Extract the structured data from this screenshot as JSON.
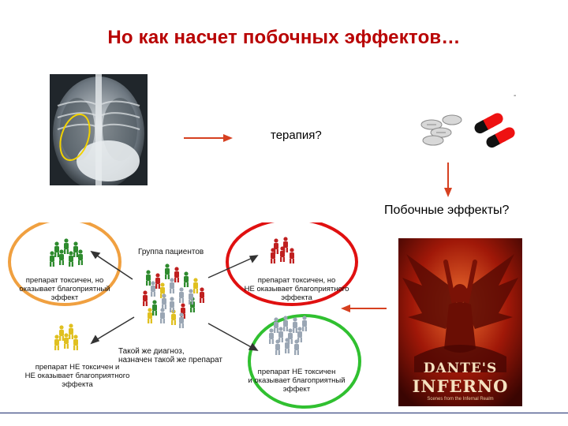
{
  "title": "Но как насчет побочных эффектов…",
  "therapy_question": "терапия?",
  "side_effects_question": "Побочные эффекты?",
  "corner_mark": "-",
  "diagram": {
    "group_label": "Группа пациентов",
    "same_diagnosis_line1": "Такой же диагноз,",
    "same_diagnosis_line2": "назначен такой же препарат",
    "tl_line1": "препарат токсичен, но",
    "tl_line2": "оказывает благоприятный",
    "tl_line3": "эффект",
    "tr_line1": "препарат токсичен, но",
    "tr_line2": "НЕ оказывает благоприятного",
    "tr_line3": "эффекта",
    "bl_line1": "препарат НЕ токсичен и",
    "bl_line2": "НЕ оказывает благоприятного",
    "bl_line3": "эффекта",
    "br_line1": "препарат НЕ токсичен",
    "br_line2": "и оказывает благоприятный",
    "br_line3": "эффект"
  },
  "poster": {
    "title_line1": "DANTE'S",
    "title_line2": "INFERNO",
    "subtitle": "Scenes from the Infernal Realm"
  },
  "colors": {
    "title": "#b80000",
    "arrow": "#d64020",
    "ellipse_orange": "#f0a040",
    "ellipse_red": "#e01010",
    "ellipse_green": "#30c030",
    "people_green": "#2e8b2e",
    "people_red": "#c02020",
    "people_yellow": "#e0c020",
    "people_silver": "#9aa6b4"
  }
}
